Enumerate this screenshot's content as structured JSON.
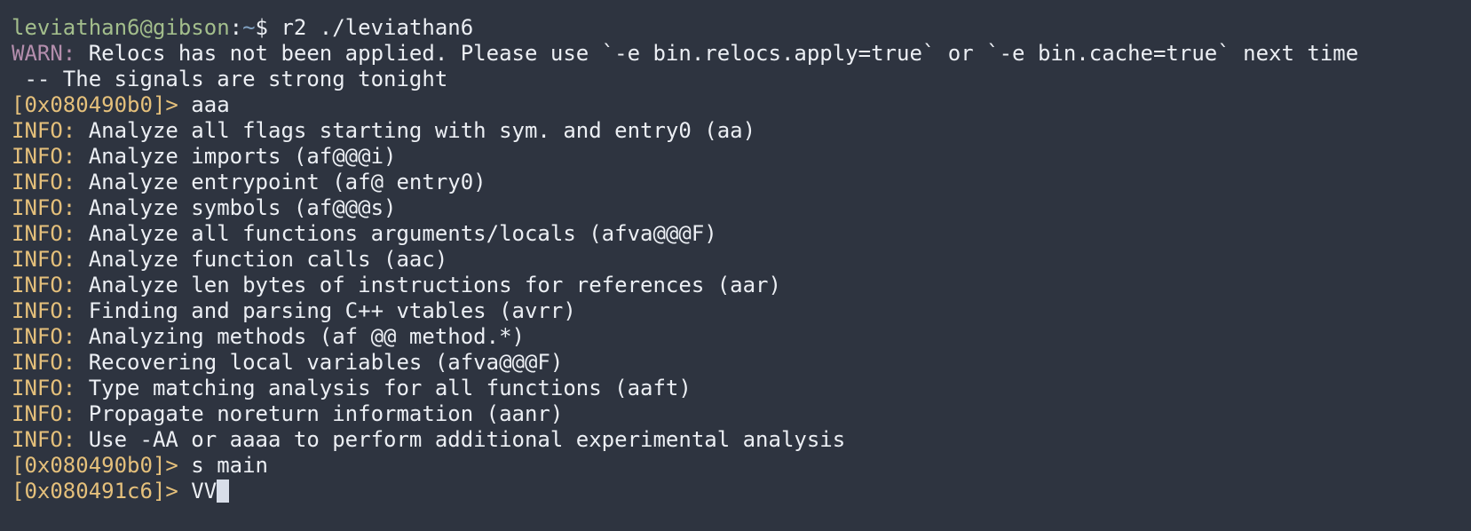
{
  "shell_prompt": {
    "user_host": "leviathan6@gibson",
    "separator": ":",
    "cwd": "~",
    "dollar": "$ ",
    "command": "r2 ./leviathan6"
  },
  "warn_line": {
    "label": "WARN:",
    "message": " Relocs has not been applied. Please use `-e bin.relocs.apply=true` or `-e bin.cache=true` next time"
  },
  "fortune": " -- The signals are strong tonight",
  "r2_prompt_1": {
    "address": "[0x080490b0]>",
    "command": " aaa"
  },
  "info_label": "INFO:",
  "info_lines": [
    " Analyze all flags starting with sym. and entry0 (aa)",
    " Analyze imports (af@@@i)",
    " Analyze entrypoint (af@ entry0)",
    " Analyze symbols (af@@@s)",
    " Analyze all functions arguments/locals (afva@@@F)",
    " Analyze function calls (aac)",
    " Analyze len bytes of instructions for references (aar)",
    " Finding and parsing C++ vtables (avrr)",
    " Analyzing methods (af @@ method.*)",
    " Recovering local variables (afva@@@F)",
    " Type matching analysis for all functions (aaft)",
    " Propagate noreturn information (aanr)",
    " Use -AA or aaaa to perform additional experimental analysis"
  ],
  "r2_prompt_2": {
    "address": "[0x080490b0]>",
    "command": " s main"
  },
  "r2_prompt_3": {
    "address": "[0x080491c6]>",
    "command": " VV"
  },
  "colors": {
    "background": "#2e3440",
    "text": "#eceff4",
    "user_host": "#a3be8c",
    "path": "#81a1c1",
    "warn": "#b48ead",
    "info": "#e5c07b",
    "address": "#e5c07b",
    "cursor": "#d8dee9"
  }
}
